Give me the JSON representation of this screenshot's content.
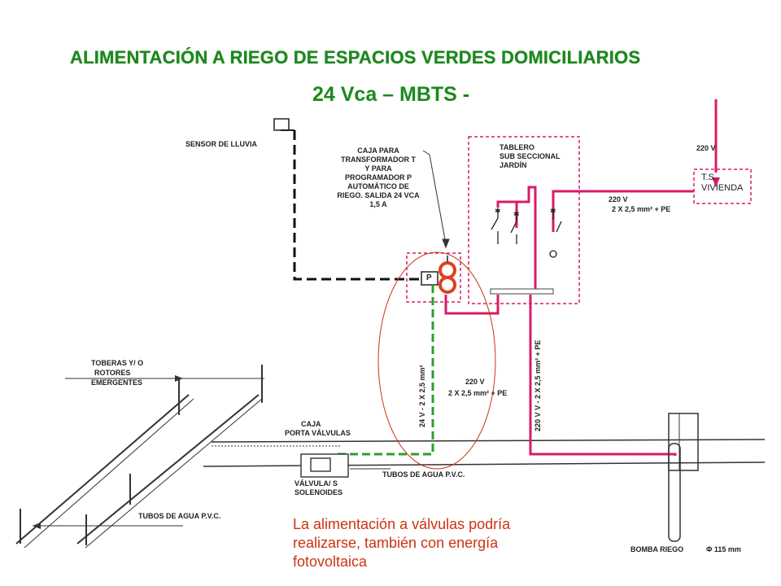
{
  "title": "ALIMENTACIÓN A RIEGO DE ESPACIOS VERDES DOMICILIARIOS",
  "subtitle": "24 Vca – MBTS  -",
  "labels": {
    "rain_sensor": "SENSOR DE LLUVIA",
    "transformer_box": [
      "CAJA PARA",
      "TRANSFORMADOR T",
      "Y PARA",
      "PROGRAMADOR P",
      "AUTOMÁTICO  DE",
      "RIEGO. SALIDA 24 VCA",
      "1,5 A"
    ],
    "panel": [
      "TABLERO",
      "SUB SECCIONAL",
      "JARDÍN"
    ],
    "ts_220": "220 V",
    "ts_vivienda": [
      "T.S.",
      "VIVIENDA"
    ],
    "feed_220": "220 V",
    "feed_cable": "2 X 2,5 mm² + PE",
    "nozzles": [
      "TOBERAS  Y/ O",
      "ROTORES",
      "EMERGENTES"
    ],
    "valve_box": [
      "CAJA",
      "PORTA VÁLVULAS"
    ],
    "valves": [
      "VÁLVULA/ S",
      "SOLENOIDES"
    ],
    "pipes_1": "TUBOS DE AGUA  P.V.C.",
    "pipes_2": "TUBOS DE AGUA  P.V.C.",
    "vert_24v": "24 V -  2 X 2,5 mm²",
    "vert_220": "220 V",
    "vert_220_cable": "2 X 2,5 mm² + PE",
    "vert_pump": "220 V V -  2 X 2,5 mm² + PE",
    "pump": "BOMBA RIEGO",
    "pump_dia": "Φ 115 mm",
    "p_letter": "P"
  },
  "note": [
    "La alimentación a válvulas podría",
    "realizarse, también con energía",
    "fotovoltaica"
  ],
  "colors": {
    "title": "#1b8a1b",
    "power": "#d81b6a",
    "control": "#2aa02a",
    "signal": "#111111",
    "note": "#cc3311"
  }
}
